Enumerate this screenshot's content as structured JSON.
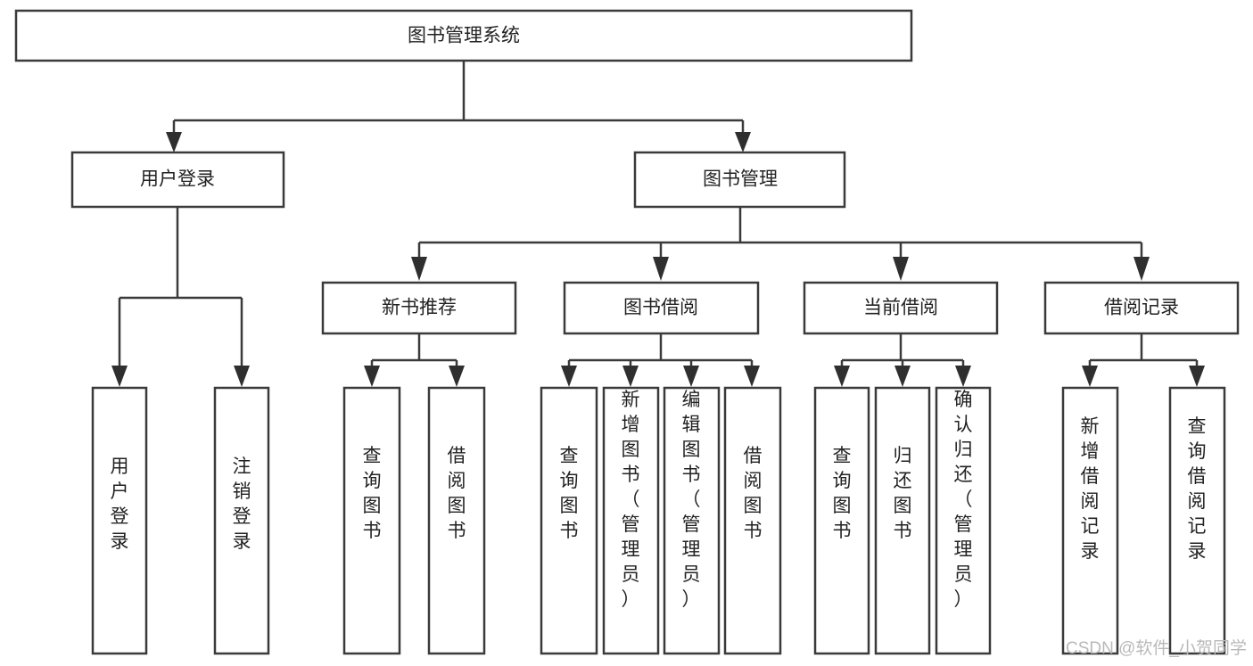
{
  "diagram": {
    "title": "图书管理系统",
    "type": "tree-hierarchy-diagram",
    "orientation": "top-down",
    "accent_color": "#3a3a3a",
    "background_color": "#ffffff",
    "root": {
      "id": "root",
      "label": "图书管理系统"
    },
    "level2": [
      {
        "id": "user-login",
        "label": "用户登录"
      },
      {
        "id": "book-manage",
        "label": "图书管理"
      }
    ],
    "level3": [
      {
        "id": "new-book-recommend",
        "label": "新书推荐",
        "parent": "book-manage"
      },
      {
        "id": "book-borrow",
        "label": "图书借阅",
        "parent": "book-manage"
      },
      {
        "id": "current-borrow",
        "label": "当前借阅",
        "parent": "book-manage"
      },
      {
        "id": "borrow-record",
        "label": "借阅记录",
        "parent": "book-manage"
      }
    ],
    "leaves": {
      "user-login": [
        {
          "id": "leaf-user-login",
          "label": "用户登录"
        },
        {
          "id": "leaf-logout-login",
          "label": "注销登录"
        }
      ],
      "new-book-recommend": [
        {
          "id": "leaf-query-book-1",
          "label": "查询图书"
        },
        {
          "id": "leaf-borrow-book-1",
          "label": "借阅图书"
        }
      ],
      "book-borrow": [
        {
          "id": "leaf-query-book-2",
          "label": "查询图书"
        },
        {
          "id": "leaf-add-book",
          "label": "新增图书（管理员）"
        },
        {
          "id": "leaf-edit-book",
          "label": "编辑图书（管理员）"
        },
        {
          "id": "leaf-borrow-book-2",
          "label": "借阅图书"
        }
      ],
      "current-borrow": [
        {
          "id": "leaf-query-book-3",
          "label": "查询图书"
        },
        {
          "id": "leaf-return-book",
          "label": "归还图书"
        },
        {
          "id": "leaf-confirm-return",
          "label": "确认归还（管理员）"
        }
      ],
      "borrow-record": [
        {
          "id": "leaf-add-record",
          "label": "新增借阅记录"
        },
        {
          "id": "leaf-query-record",
          "label": "查询借阅记录"
        }
      ]
    }
  },
  "watermark": {
    "text": "CSDN @软件_小贺同学"
  }
}
